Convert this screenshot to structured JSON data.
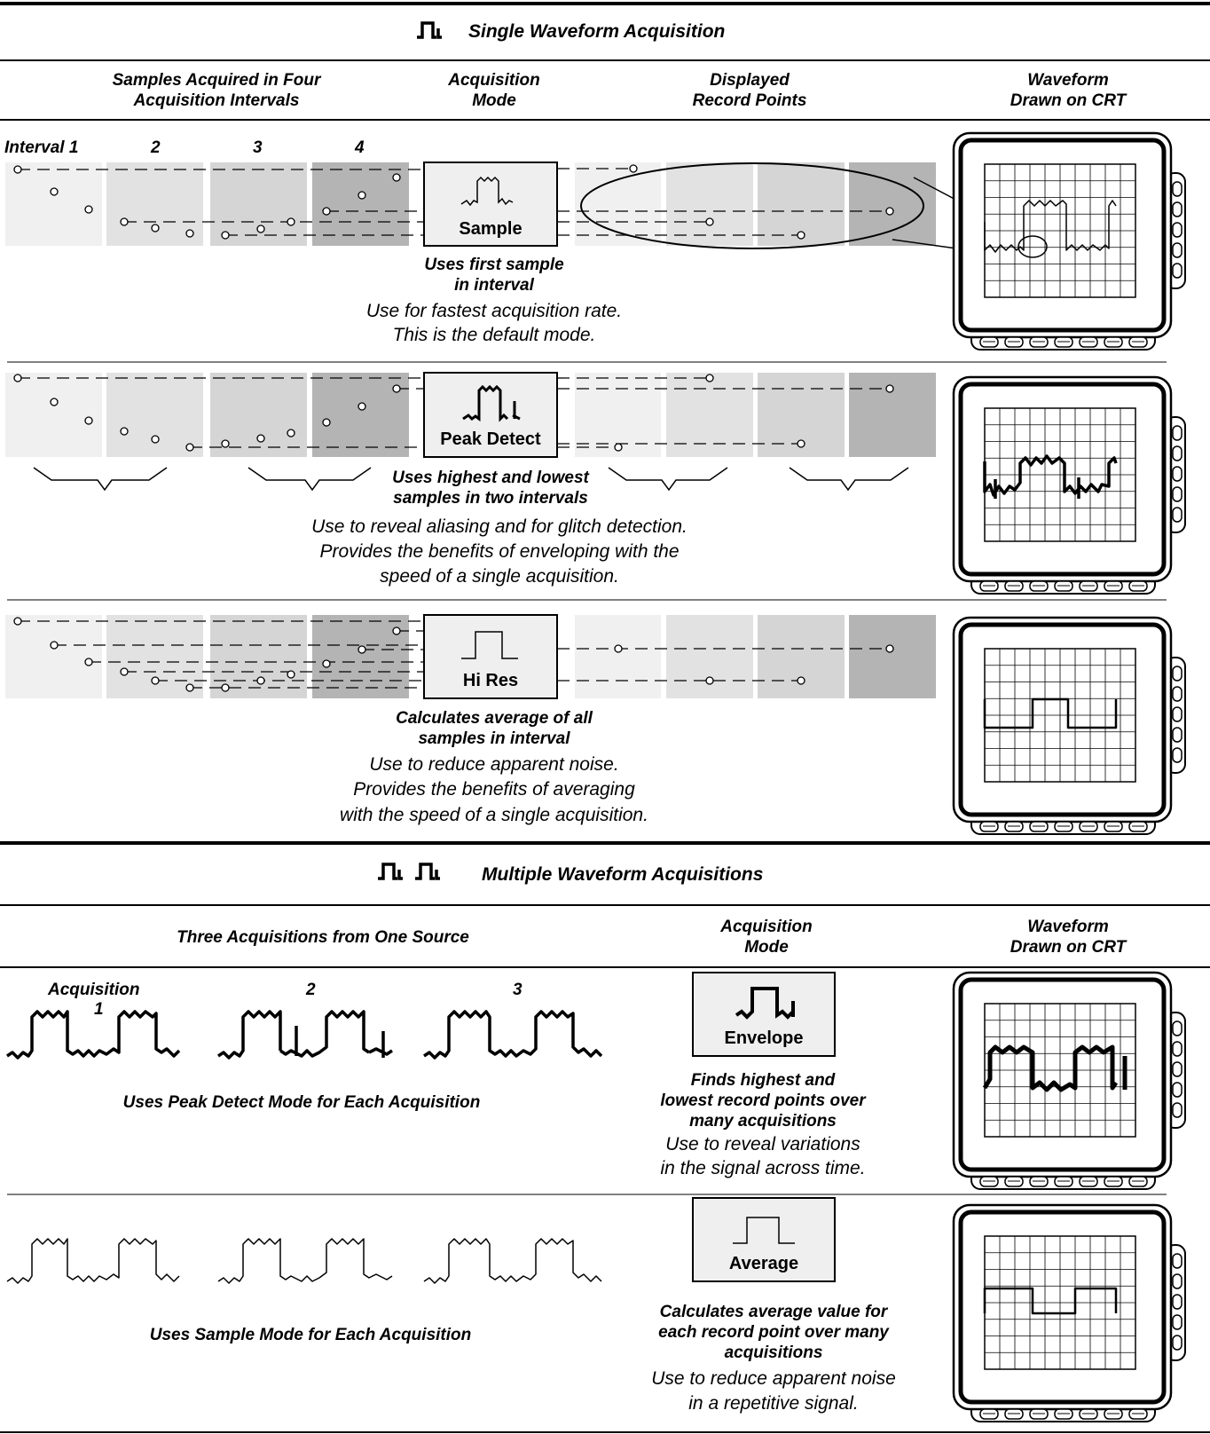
{
  "single": {
    "title": "Single Waveform Acquisition",
    "headers": {
      "samples": [
        "Samples Acquired in Four",
        "Acquisition Intervals"
      ],
      "mode": [
        "Acquisition",
        "Mode"
      ],
      "displayed": [
        "Displayed",
        "Record Points"
      ],
      "crt": [
        "Waveform",
        "Drawn on CRT"
      ]
    },
    "interval_labels": [
      "Interval 1",
      "2",
      "3",
      "4"
    ],
    "rows": [
      {
        "mode": "Sample",
        "desc_bold": [
          "Uses first sample",
          "in interval"
        ],
        "desc": [
          "Use for fastest acquisition rate.",
          "This is the default mode."
        ]
      },
      {
        "mode": "Peak Detect",
        "desc_bold": [
          "Uses highest and lowest",
          "samples in two intervals"
        ],
        "desc": [
          "Use to reveal aliasing and for glitch detection.",
          "Provides the benefits of enveloping with the",
          "speed of a single acquisition."
        ]
      },
      {
        "mode": "Hi Res",
        "desc_bold": [
          "Calculates average of all",
          "samples in interval"
        ],
        "desc": [
          "Use to reduce apparent noise.",
          "Provides the benefits of averaging",
          "with the speed of a single acquisition."
        ]
      }
    ]
  },
  "multiple": {
    "title": "Multiple Waveform Acquisitions",
    "headers": {
      "source": [
        "Three Acquisitions from One Source"
      ],
      "mode": [
        "Acquisition",
        "Mode"
      ],
      "crt": [
        "Waveform",
        "Drawn on CRT"
      ]
    },
    "acq_labels": [
      "Acquisition",
      "1",
      "2",
      "3"
    ],
    "rows": [
      {
        "mode": "Envelope",
        "uses": "Uses Peak Detect Mode for Each Acquisition",
        "desc_bold": [
          "Finds highest and",
          "lowest record points over",
          "many acquisitions"
        ],
        "desc": [
          "Use to reveal variations",
          "in the signal across time."
        ]
      },
      {
        "mode": "Average",
        "uses": "Uses Sample Mode for Each Acquisition",
        "desc_bold": [
          "Calculates average value for",
          "each record point over many",
          "acquisitions"
        ],
        "desc": [
          "Use to reduce apparent noise",
          "in a repetitive signal."
        ]
      }
    ]
  },
  "colors": {
    "shade": [
      "#f0f0f0",
      "#e2e2e2",
      "#d5d5d5",
      "#b4b4b4"
    ],
    "mode_box": "#efefef",
    "line": "#000000"
  }
}
